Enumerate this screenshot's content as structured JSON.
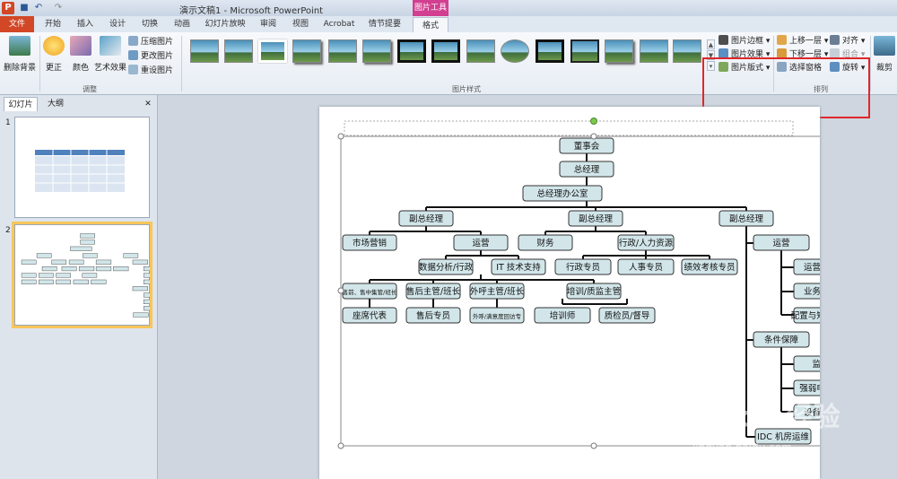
{
  "titlebar": {
    "window_title": "演示文稿1 - Microsoft PowerPoint",
    "context_tab_group": "图片工具"
  },
  "tabs": [
    {
      "label": "文件"
    },
    {
      "label": "开始"
    },
    {
      "label": "插入"
    },
    {
      "label": "设计"
    },
    {
      "label": "切换"
    },
    {
      "label": "动画"
    },
    {
      "label": "幻灯片放映"
    },
    {
      "label": "审阅"
    },
    {
      "label": "视图"
    },
    {
      "label": "Acrobat"
    },
    {
      "label": "情节提要"
    },
    {
      "label": "格式"
    }
  ],
  "ribbon": {
    "adjust": {
      "remove_bg": "删除背景",
      "corrections": "更正",
      "color": "颜色",
      "artistic": "艺术效果",
      "compress": "压缩图片",
      "change": "更改图片",
      "reset": "重设图片",
      "group_label": "调整"
    },
    "styles": {
      "group_label": "图片样式"
    },
    "picture": {
      "border": "图片边框",
      "effects": "图片效果",
      "layout": "图片版式"
    },
    "arrange": {
      "forward": "上移一层",
      "backward": "下移一层",
      "selection": "选择窗格",
      "align": "对齐",
      "group": "组合",
      "rotate": "旋转",
      "group_label": "排列"
    },
    "size": {
      "crop": "裁剪"
    }
  },
  "panel": {
    "tab_slides": "幻灯片",
    "tab_outline": "大纲",
    "close": "✕",
    "slide_numbers": [
      "1",
      "2"
    ]
  },
  "org_chart": {
    "nodes": [
      "董事会",
      "总经理",
      "总经理办公室",
      "副总经理",
      "副总经理",
      "副总经理",
      "市场营销",
      "运营",
      "财务",
      "行政/人力资源",
      "运营",
      "数据分析/行政",
      "IT 技术支持",
      "行政专员",
      "人事专员",
      "绩效考核专员",
      "运营调度",
      "业务服务",
      "配置与知识库管",
      "售前、售中集管/班长",
      "售后主管/班长",
      "外呼主管/班长",
      "培训/质监主管",
      "座席代表",
      "售后专员",
      "外呼/满意度回访专",
      "培训师",
      "质检员/督导",
      "条件保障",
      "监控",
      "强弱电运维",
      "设备维护",
      "IDC 机房运维"
    ]
  },
  "watermark": {
    "brand": "Baidu 经验",
    "url": "jingyan.baidu.com"
  },
  "colors": {
    "file_tab": "#d24726",
    "context_tab": "#d23f91",
    "node_fill": "#d2e6ea",
    "highlight": "#e0262a",
    "selected_slide": "#f7c65a"
  }
}
